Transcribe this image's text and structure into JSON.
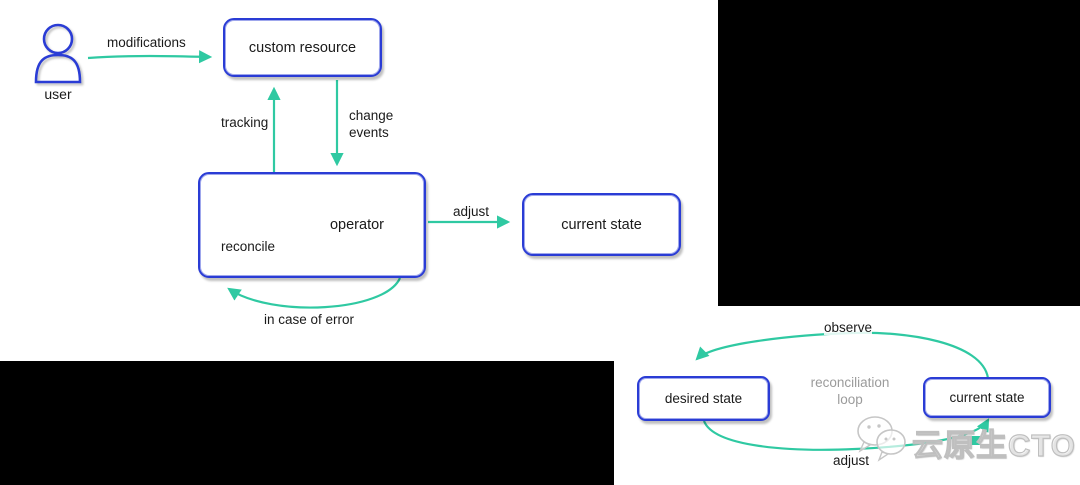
{
  "diagram": {
    "user_label": "user",
    "boxes": {
      "custom_resource": "custom resource",
      "operator": "operator",
      "reconcile": "reconcile",
      "current_state": "current state"
    },
    "edges": {
      "modifications": "modifications",
      "tracking": "tracking",
      "change_events": "change events",
      "adjust": "adjust",
      "error": "in case of error"
    }
  },
  "loop_diagram": {
    "observe_label": "observe",
    "desired_state": "desired state",
    "current_state": "current state",
    "center_label": "reconciliation loop",
    "adjust_label": "adjust"
  },
  "watermark": {
    "text": "云原生CTO",
    "icon": "wechat-icon"
  },
  "colors": {
    "box_border": "#2a3cd5",
    "arrow": "#2fc9a2",
    "muted_text": "#9b9b9b",
    "redaction": "#000000"
  }
}
